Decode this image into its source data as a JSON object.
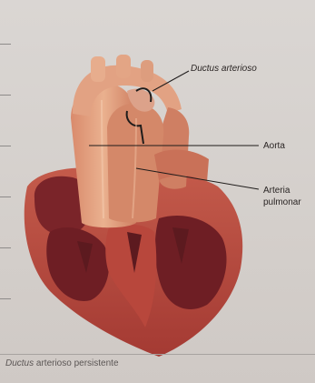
{
  "labels": {
    "ductus": "Ductus arterioso",
    "aorta": "Aorta",
    "arteria_line1": "Arteria",
    "arteria_line2": "pulmonar"
  },
  "caption": {
    "italic": "Ductus",
    "rest": " arterioso persistente"
  },
  "colors": {
    "background": "#d8d3cf",
    "heart_outer": "#b44a3e",
    "vessel": "#e3a07d",
    "chamber_dark": "#6e1e24",
    "line": "#1f1c1b"
  }
}
